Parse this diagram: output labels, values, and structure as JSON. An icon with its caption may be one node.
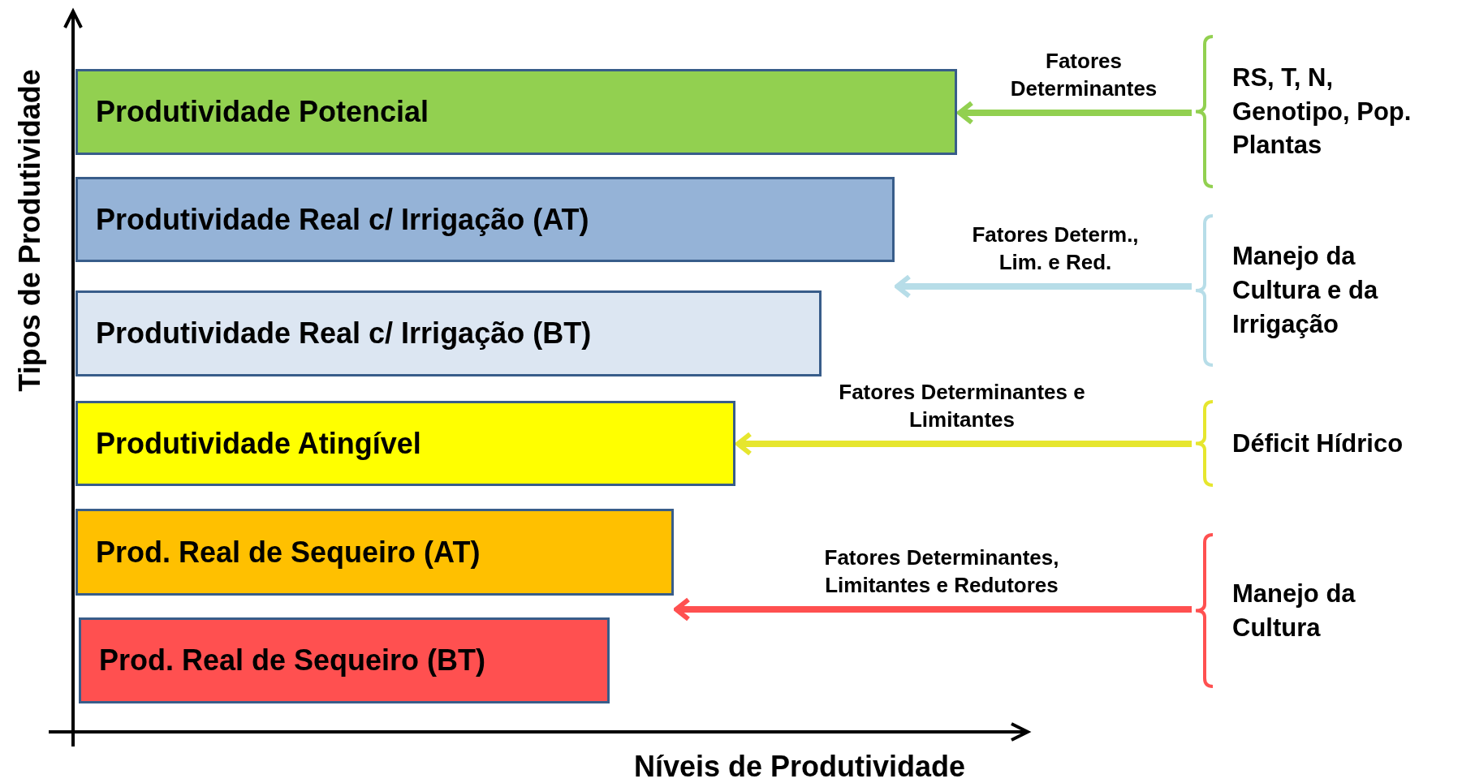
{
  "diagram": {
    "nodes": [
      {
        "text": [
          "Produtividade Potencial"
        ]
      },
      {
        "text": [
          "Produtividade Real c/ Irrigação (AT)"
        ]
      },
      {
        "text": [
          "Produtividade Real c/ Irrigação (BT)"
        ]
      },
      {
        "text": [
          "Produtividade Atingível"
        ]
      },
      {
        "text": [
          "Prod. Real de Sequeiro (AT)"
        ]
      },
      {
        "text": [
          "Prod. Real de Sequeiro (BT)"
        ]
      },
      {
        "text": [
          "RS, T, N, Genotipo, Pop. Plantas"
        ]
      },
      {
        "text": [
          "Manejo da Cultura e da Irrigação"
        ]
      },
      {
        "text": [
          "Déficit Hídrico"
        ]
      },
      {
        "text": [
          "Manejo da Cultura"
        ]
      }
    ],
    "edges": [
      {
        "from": 6,
        "to": 0,
        "arrow": "to",
        "label": "Fatores Determinantes",
        "color": "#92d050"
      },
      {
        "from": 7,
        "to": 1,
        "arrow": "to",
        "label": "Fatores Determ., Lim. e Red.",
        "color": "#b7dde8"
      },
      {
        "from": 8,
        "to": 3,
        "arrow": "to",
        "label": "Fatores Determinantes e Limitantes",
        "color": "#e6e62e"
      },
      {
        "from": 9,
        "to": 4,
        "arrow": "to",
        "label": "Fatores Determinantes, Limitantes e Redutores",
        "color": "#ff5050"
      }
    ],
    "labels": [
      "Tipos de Produtividade",
      "Níveis de Produtividade"
    ]
  }
}
